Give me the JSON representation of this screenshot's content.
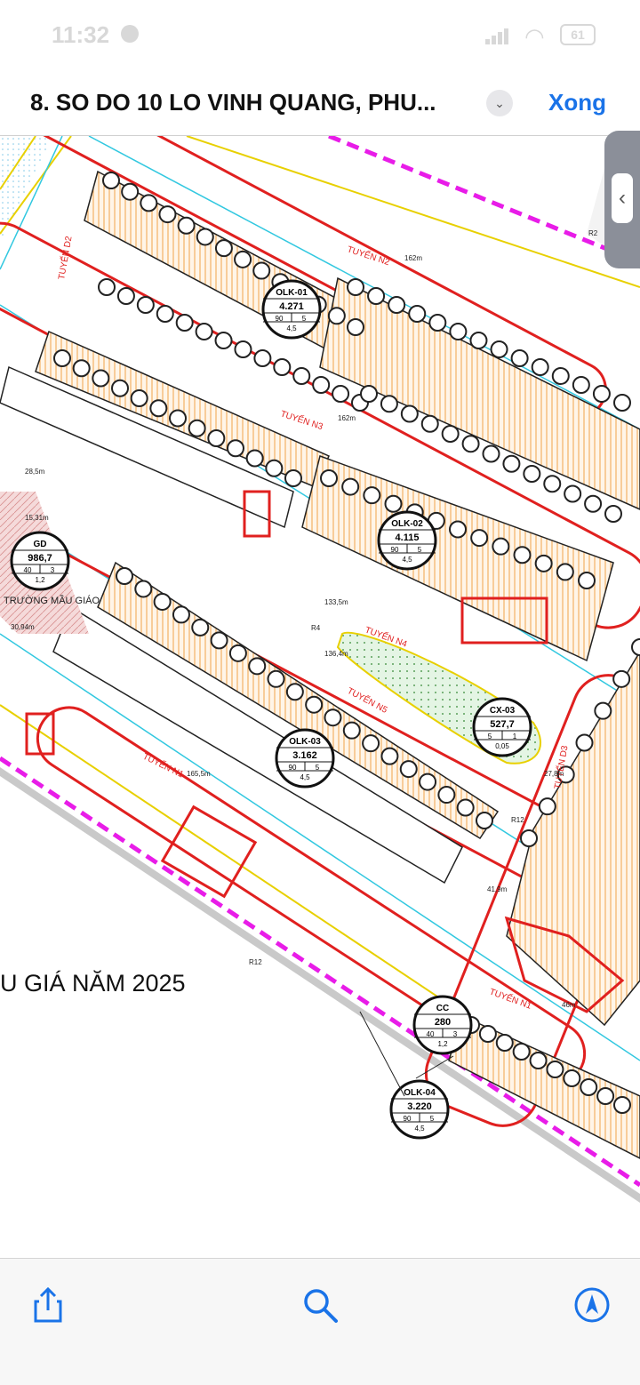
{
  "status": {
    "time": "11:32",
    "battery": "61"
  },
  "header": {
    "title": "8. SO DO 10 LO VINH QUANG, PHU...",
    "done_label": "Xong"
  },
  "colors": {
    "accent": "#1a73e8",
    "road_red": "#e0201f",
    "boundary_magenta": "#e81ce8",
    "hatch_orange": "#f2a24a"
  },
  "map": {
    "roads": [
      "TUYẾN N2",
      "TUYẾN N3",
      "TUYẾN N4",
      "TUYẾN N5",
      "TUYẾN N1",
      "TUYẾN D2",
      "TUYẾN D3",
      "TUYẾN N1"
    ],
    "blocks": [
      {
        "code": "OLK-01",
        "area": "4.271",
        "a": "90",
        "b": "5",
        "c": "4,5"
      },
      {
        "code": "OLK-02",
        "area": "4.115",
        "a": "90",
        "b": "5",
        "c": "4,5"
      },
      {
        "code": "OLK-03",
        "area": "3.162",
        "a": "90",
        "b": "5",
        "c": "4,5"
      },
      {
        "code": "OLK-04",
        "area": "3.220",
        "a": "90",
        "b": "5",
        "c": "4,5"
      },
      {
        "code": "GD",
        "area": "986,7",
        "a": "40",
        "b": "3",
        "c": "1,2"
      },
      {
        "code": "CX-03",
        "area": "527,7",
        "a": "5",
        "b": "1",
        "c": "0,05"
      },
      {
        "code": "CC",
        "area": "280",
        "a": "40",
        "b": "3",
        "c": "1,2"
      }
    ],
    "school_label": "TRƯỜNG MẦU GIÁO",
    "auction_text": "U GIÁ NĂM 2025",
    "dims": [
      "162m",
      "162m",
      "133,5m",
      "165,5m",
      "136,4m",
      "28,5m",
      "15,31m",
      "30,94m",
      "27,8m",
      "41,9m",
      "46m",
      "R12",
      "R12",
      "R2",
      "R4"
    ]
  },
  "toolbar": {
    "share": "share-icon",
    "search": "search-icon",
    "markup": "markup-icon"
  }
}
